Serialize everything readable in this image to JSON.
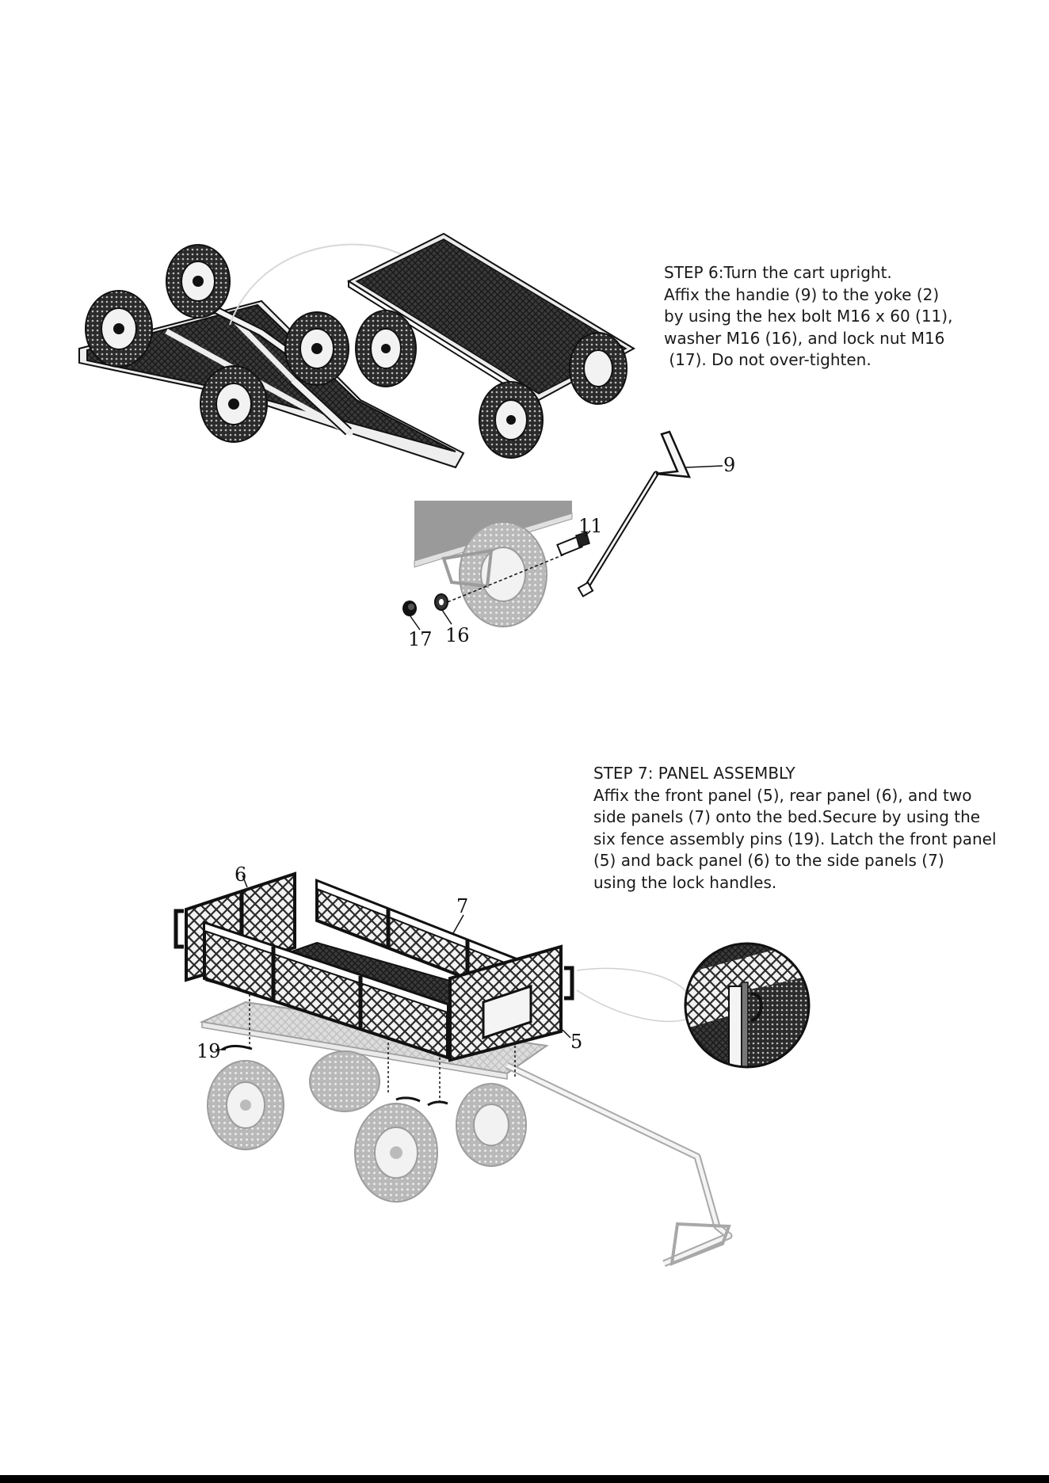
{
  "step6": {
    "lines": [
      "STEP 6:Turn the cart upright.",
      "Affix the handie (9) to the yoke (2)",
      "by using the hex bolt M16 x 60 (11),",
      "washer M16 (16), and lock nut M16",
      " (17). Do not over-tighten."
    ]
  },
  "step7": {
    "lines": [
      "STEP 7: PANEL ASSEMBLY",
      "Affix the front panel (5), rear panel (6), and two",
      "side panels (7) onto the bed.Secure by using the",
      "six fence assembly pins (19). Latch the front panel",
      "(5) and back panel (6) to the side panels (7)",
      "using the lock handles."
    ]
  },
  "callouts": {
    "handle": "9",
    "bolt": "11",
    "nut": "17",
    "washer": "16",
    "rear_panel": "6",
    "side_panel": "7",
    "front_panel": "5",
    "pins": "19"
  }
}
